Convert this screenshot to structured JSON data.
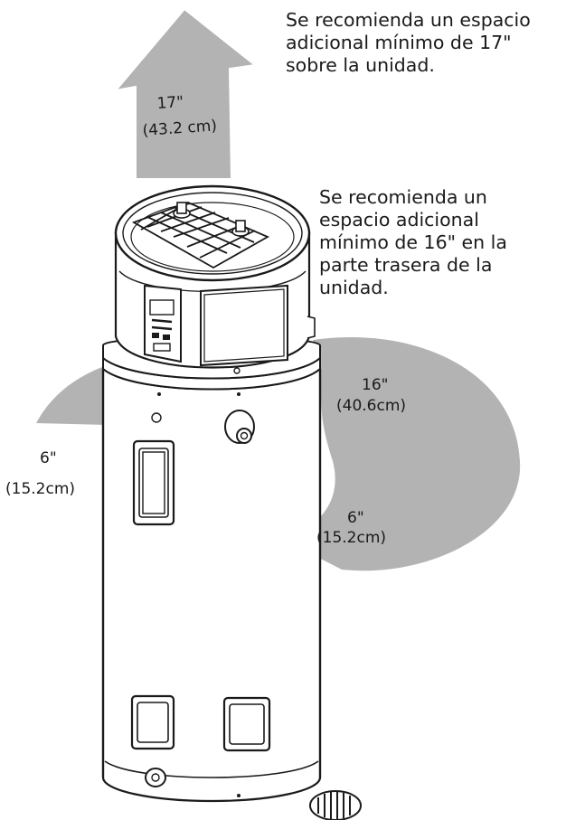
{
  "notes": {
    "top_clearance": "Se recomienda un espacio\nadicional mínimo de 17\"\nsobre la unidad.",
    "rear_clearance": "Se recomienda un\nespacio adicional\nmínimo de 16\" en la\nparte trasera de la\nunidad."
  },
  "dimensions": {
    "top": {
      "inches": "17\"",
      "metric": "(43.2 cm)"
    },
    "rear": {
      "inches": "16\"",
      "metric": "(40.6cm)"
    },
    "left_side": {
      "inches": "6\"",
      "metric": "(15.2cm)"
    },
    "right_side": {
      "inches": "6\"",
      "metric": "(15.2cm)"
    }
  },
  "colors": {
    "clearance_fill": "#b3b3b3",
    "outline": "#1a1a1a"
  }
}
